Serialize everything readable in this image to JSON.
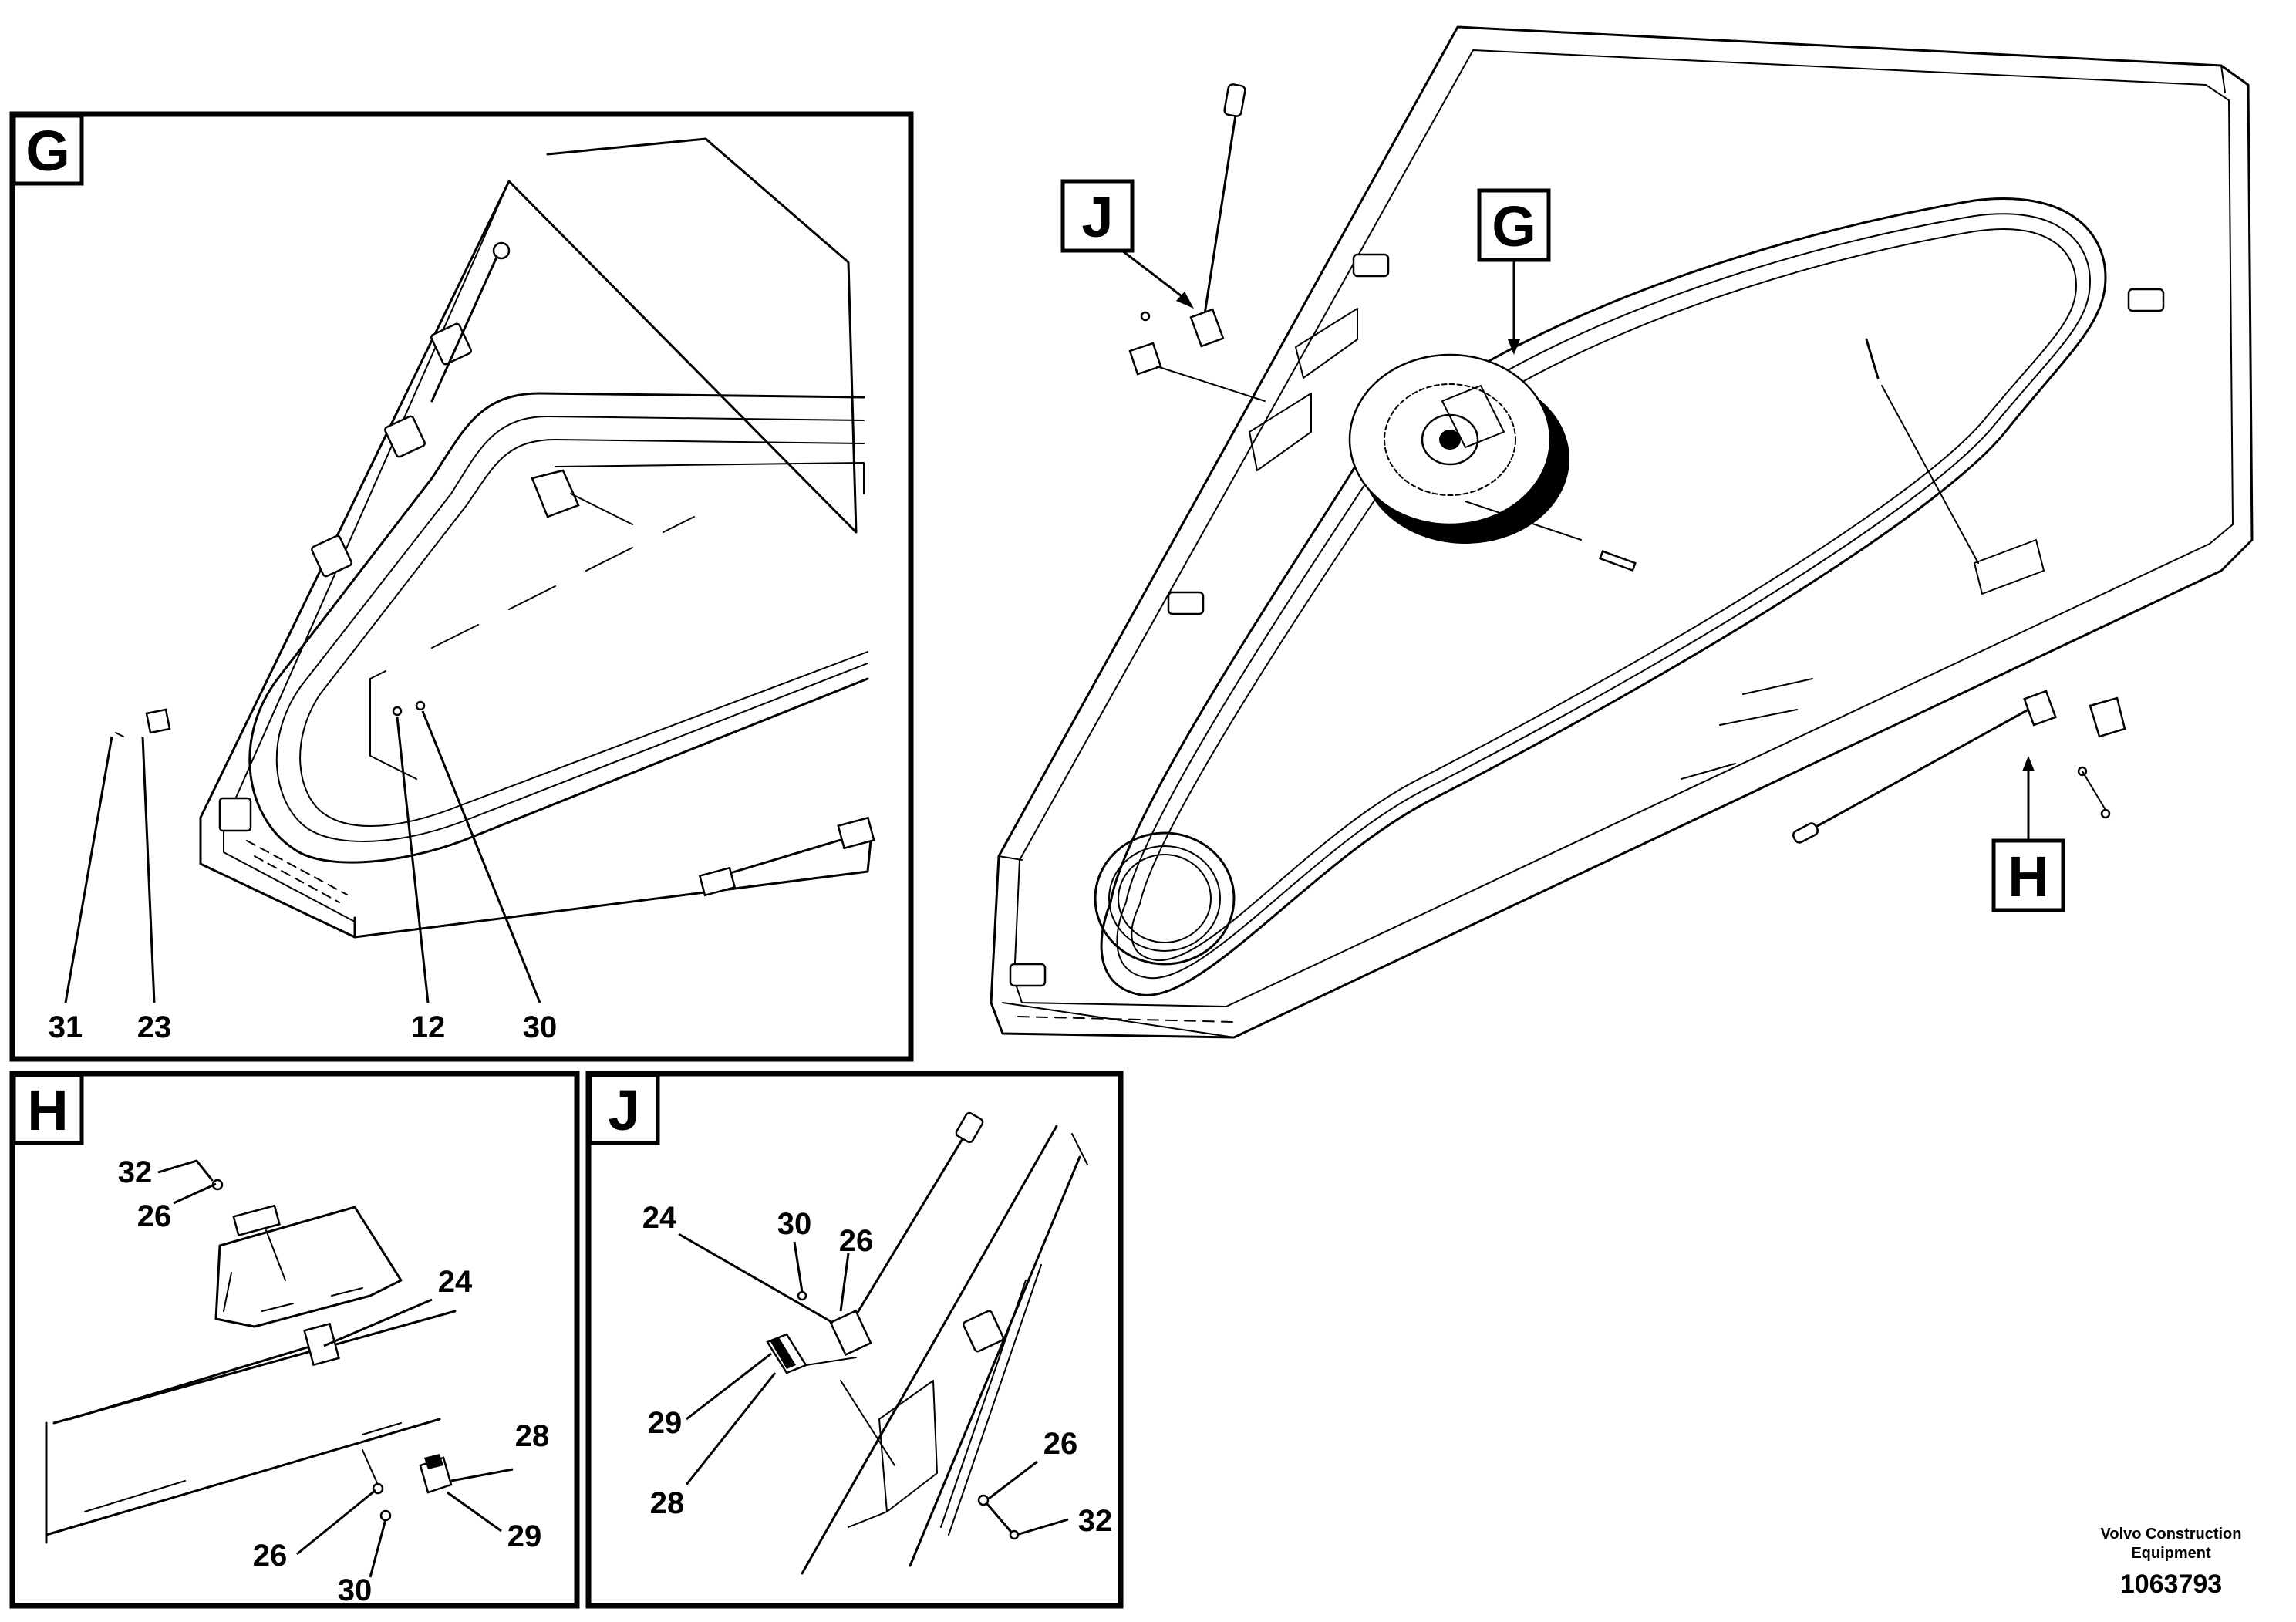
{
  "overview": {
    "callout_j": "J",
    "callout_g": "G",
    "callout_h": "H"
  },
  "detail_g": {
    "tag": "G",
    "labels": [
      "31",
      "23",
      "12",
      "30"
    ]
  },
  "detail_h": {
    "tag": "H",
    "labels": [
      "32",
      "26",
      "24",
      "28",
      "29",
      "26",
      "30"
    ]
  },
  "detail_j": {
    "tag": "J",
    "labels": [
      "24",
      "30",
      "26",
      "29",
      "28",
      "26",
      "32"
    ]
  },
  "footer": {
    "brand_line1": "Volvo Construction",
    "brand_line2": "Equipment",
    "doc_number": "1063793"
  }
}
